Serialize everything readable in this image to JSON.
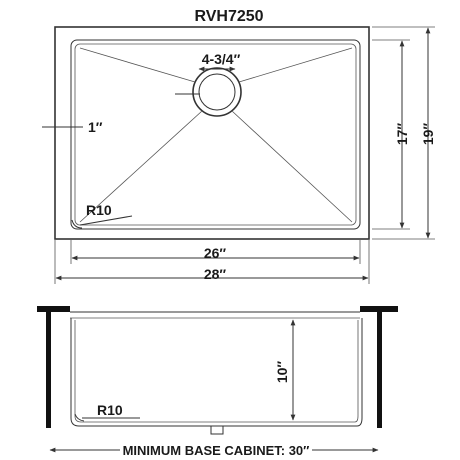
{
  "title": "RVH7250",
  "top_view": {
    "drain_diameter": "4-3/4″",
    "rim_width": "1″",
    "corner_radius": "R10",
    "inner_width": "26″",
    "outer_width": "28″",
    "inner_depth": "17″",
    "outer_depth": "19″"
  },
  "side_view": {
    "bowl_depth": "10″",
    "corner_radius": "R10",
    "cabinet": "MINIMUM BASE CABINET: 30″"
  }
}
